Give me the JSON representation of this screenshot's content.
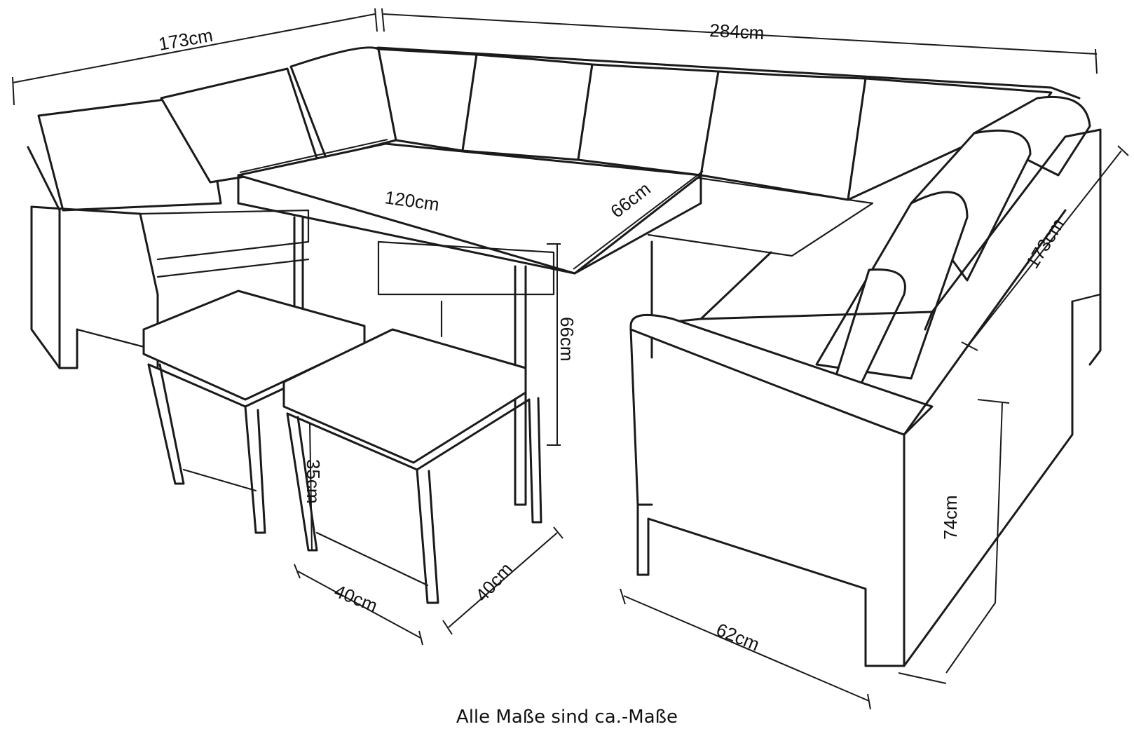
{
  "dimensions": {
    "left_depth": "173cm",
    "total_width": "284cm",
    "table_length": "120cm",
    "table_width": "66cm",
    "table_height": "66cm",
    "right_depth": "173cm",
    "stool_height": "35cm",
    "stool_depth": "40cm",
    "stool_width": "40cm",
    "sofa_depth": "62cm",
    "sofa_height": "74cm"
  },
  "caption": "Alle Maße sind ca.-Maße"
}
